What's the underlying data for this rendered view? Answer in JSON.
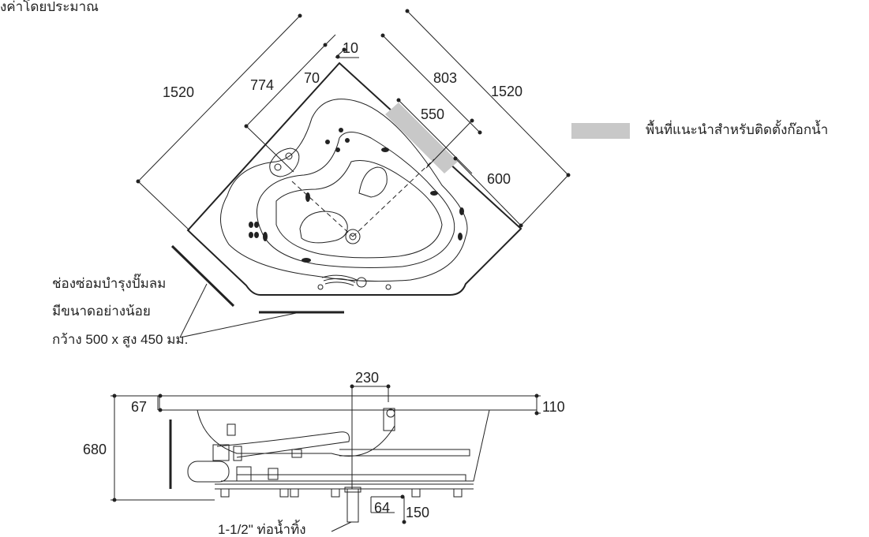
{
  "top_caption": "งค่าโดยประมาณ",
  "plan_view": {
    "dimensions": {
      "outer_left": "1520",
      "outer_right": "1520",
      "inner_left": "774",
      "inner_right": "803",
      "offset_10": "10",
      "offset_70": "70",
      "faucet_length": "550",
      "faucet_depth": "600"
    },
    "legend": {
      "label": "พื้นที่แนะนำสำหรับติดตั้งก๊อกน้ำ",
      "swatch_color": "#c8c8c8"
    },
    "access_note": {
      "line1": "ช่องซ่อมบำรุงปั๊มลม",
      "line2": "มีขนาดอย่างน้อย",
      "line3": "กว้าง 500 x สูง 450 มม."
    }
  },
  "side_view": {
    "dimensions": {
      "width_230": "230",
      "rim_67": "67",
      "height_680": "680",
      "rim_110": "110",
      "drain_64": "64",
      "drain_150": "150"
    },
    "drain_label": "1-1/2\" ท่อน้ำทิ้ง"
  }
}
